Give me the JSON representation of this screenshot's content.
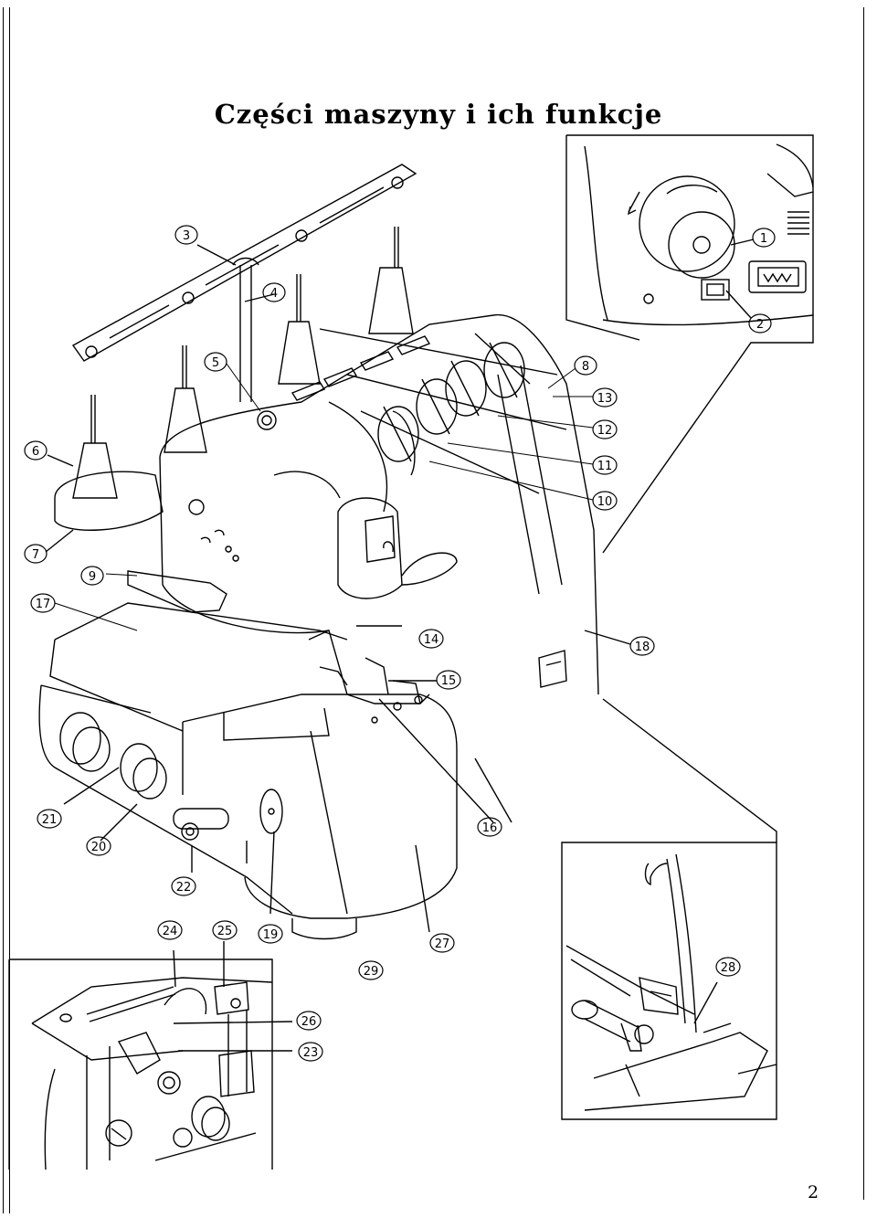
{
  "title": "Części maszyny i ich funkcje",
  "page_number": "2",
  "callouts": [
    "1",
    "2",
    "3",
    "4",
    "5",
    "6",
    "7",
    "8",
    "9",
    "10",
    "11",
    "12",
    "13",
    "14",
    "15",
    "16",
    "17",
    "18",
    "19",
    "20",
    "21",
    "22",
    "23",
    "24",
    "25",
    "26",
    "27",
    "28",
    "29"
  ]
}
